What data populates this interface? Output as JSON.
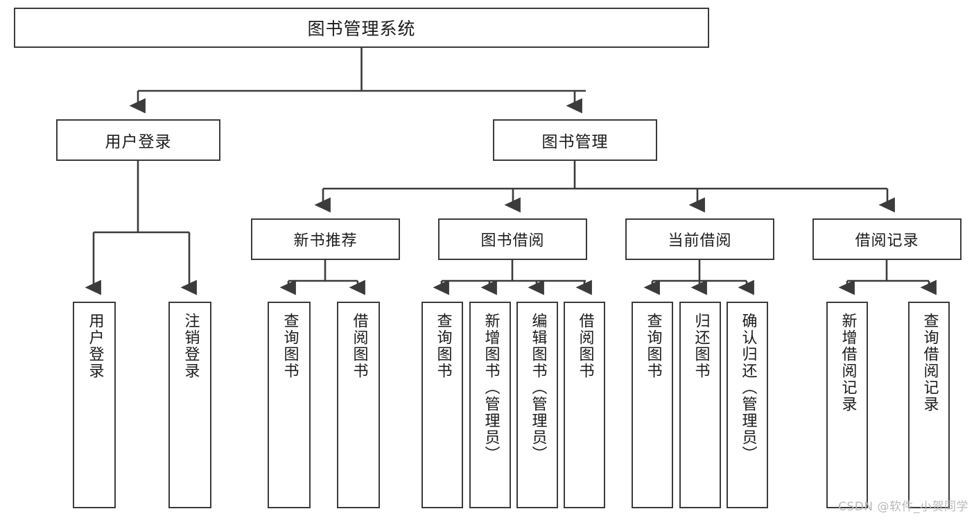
{
  "diagram": {
    "title": "图书管理系统",
    "type": "hierarchy-tree",
    "watermark": "CSDN @软件_小贺同学",
    "colors": {
      "stroke": "#3b3b3b",
      "fill": "#ffffff",
      "text": "#1b1b1b",
      "watermark": "#b9b9b9"
    },
    "root": {
      "label": "图书管理系统"
    },
    "level2": [
      {
        "id": "user-login",
        "label": "用户登录"
      },
      {
        "id": "book-management",
        "label": "图书管理"
      }
    ],
    "level3": [
      {
        "id": "new-book-recommend",
        "label": "新书推荐",
        "parent": "book-management"
      },
      {
        "id": "book-borrow",
        "label": "图书借阅",
        "parent": "book-management"
      },
      {
        "id": "current-borrow",
        "label": "当前借阅",
        "parent": "book-management"
      },
      {
        "id": "borrow-record",
        "label": "借阅记录",
        "parent": "book-management"
      }
    ],
    "leaves": [
      {
        "id": "leaf-user-login",
        "label": "用户登录",
        "parent": "user-login"
      },
      {
        "id": "leaf-logout-login",
        "label": "注销登录",
        "parent": "user-login"
      },
      {
        "id": "leaf-query-book-1",
        "label": "查询图书",
        "parent": "new-book-recommend"
      },
      {
        "id": "leaf-borrow-book-1",
        "label": "借阅图书",
        "parent": "new-book-recommend"
      },
      {
        "id": "leaf-query-book-2",
        "label": "查询图书",
        "parent": "book-borrow"
      },
      {
        "id": "leaf-add-book",
        "label": "新增图书（管理员）",
        "parent": "book-borrow"
      },
      {
        "id": "leaf-edit-book",
        "label": "编辑图书（管理员）",
        "parent": "book-borrow"
      },
      {
        "id": "leaf-borrow-book-2",
        "label": "借阅图书",
        "parent": "book-borrow"
      },
      {
        "id": "leaf-query-book-3",
        "label": "查询图书",
        "parent": "current-borrow"
      },
      {
        "id": "leaf-return-book",
        "label": "归还图书",
        "parent": "current-borrow"
      },
      {
        "id": "leaf-confirm-return",
        "label": "确认归还（管理员）",
        "parent": "current-borrow"
      },
      {
        "id": "leaf-add-record",
        "label": "新增借阅记录",
        "parent": "borrow-record"
      },
      {
        "id": "leaf-query-record",
        "label": "查询借阅记录",
        "parent": "borrow-record"
      }
    ]
  }
}
